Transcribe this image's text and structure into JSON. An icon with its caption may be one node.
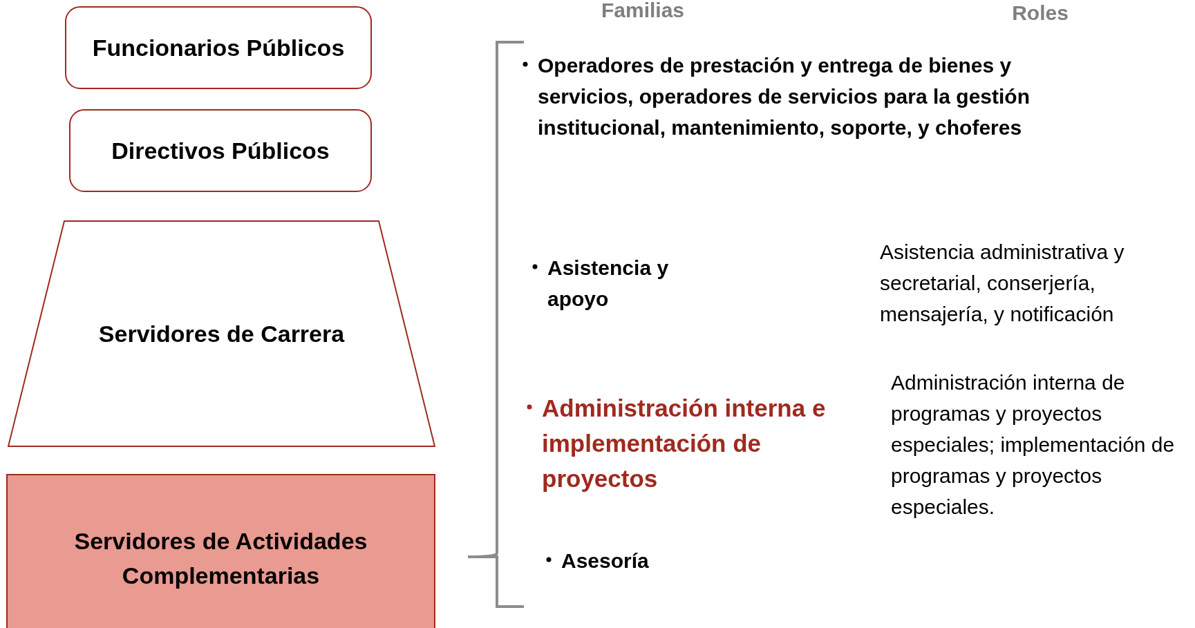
{
  "diagram": {
    "nodes": [
      {
        "text": [
          "Funcionarios Públicos"
        ]
      },
      {
        "text": [
          "Directivos Públicos"
        ]
      },
      {
        "text": [
          "Servidores de Carrera"
        ]
      },
      {
        "text": [
          "Servidores de Actividades Complementarias"
        ]
      }
    ],
    "labels": [
      "Familias",
      "Roles",
      "Operadores de prestación y entrega de bienes y servicios, operadores de servicios para la gestión institucional, mantenimiento, soporte, y choferes",
      "Asistencia y apoyo",
      "Asistencia administrativa y secretarial, conserjería, mensajería, y notificación",
      "Administración interna e implementación de proyectos",
      "Administración interna de programas y proyectos especiales; implementación de programas y proyectos especiales.",
      "Asesoría"
    ]
  }
}
